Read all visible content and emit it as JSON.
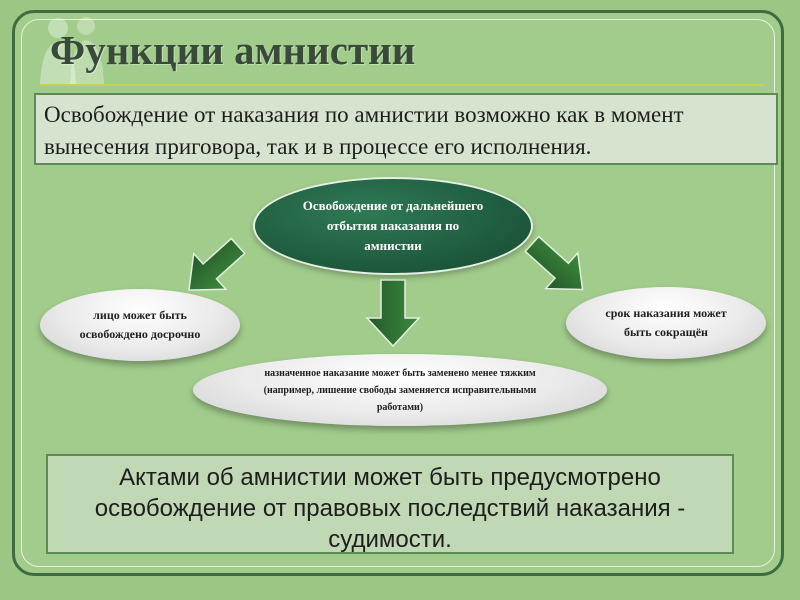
{
  "title": "Функции амнистии",
  "top_box": "Освобождение от наказания по амнистии возможно как в момент вынесения приговора, так и в процессе его исполнения.",
  "center_node": "Освобождение от дальнейшего отбытия наказания по амнистии",
  "left_node": "лицо может быть освобождено досрочно",
  "right_node": "срок наказания может быть сокращён",
  "bottom_node": "назначенное наказание может быть заменено менее тяжким (например, лишение свободы заменяется исправительными работами)",
  "bottom_box": "Актами об амнистии может быть предусмотрено освобождение от правовых последствий наказания - судимости.",
  "colors": {
    "background": "#9bc683",
    "frame": "#3f6b40",
    "center_node": "#1f5c3f",
    "arrow": "#2f6e2f",
    "title_rule": "#c9d04a"
  }
}
